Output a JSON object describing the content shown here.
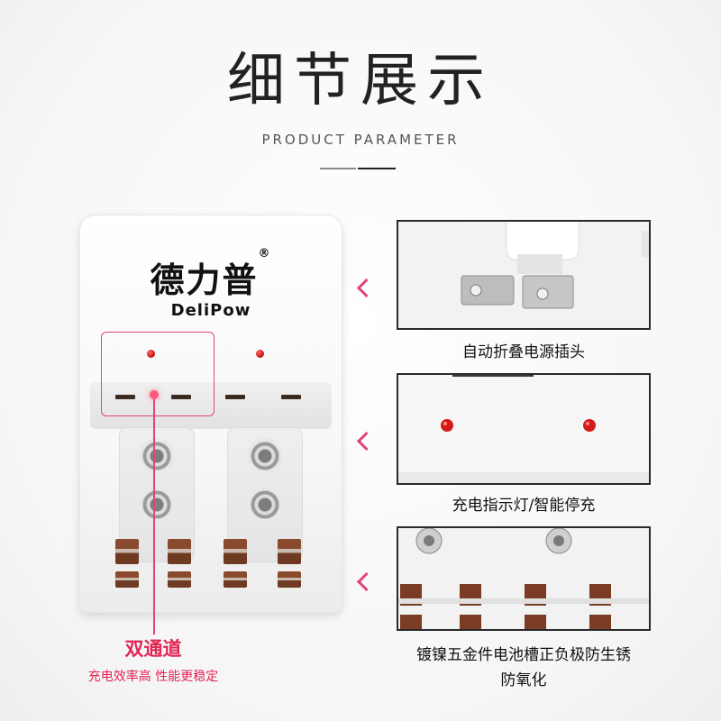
{
  "header": {
    "title": "细节展示",
    "subtitle": "PRODUCT PARAMETER"
  },
  "charger": {
    "brand_cn": "德力普",
    "brand_reg": "®",
    "brand_en": "DeliPow"
  },
  "callout": {
    "title": "双通道",
    "subtitle": "充电效率高  性能更稳定"
  },
  "details": [
    {
      "caption": "自动折叠电源插头",
      "icon": "folding-plug"
    },
    {
      "caption": "充电指示灯/智能停充",
      "icon": "indicator-leds"
    },
    {
      "caption": "镀镍五金件电池槽正负极防生锈",
      "caption_line2": "防氧化",
      "icon": "battery-contacts"
    }
  ],
  "colors": {
    "accent": "#e22452",
    "frame": "#2a2a2a",
    "led": "#d41a1a"
  }
}
